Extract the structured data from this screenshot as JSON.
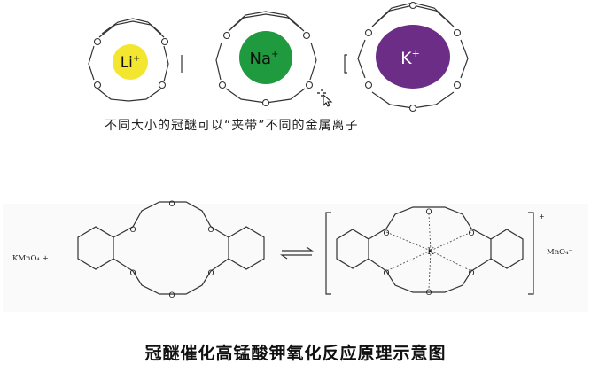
{
  "top": {
    "ions": [
      {
        "symbol": "Li",
        "charge": "+",
        "color": "#f2e62e"
      },
      {
        "symbol": "Na",
        "charge": "+",
        "color": "#1f9a3e"
      },
      {
        "symbol": "K",
        "charge": "+",
        "color": "#6b2d86"
      }
    ],
    "caption": "不同大小的冠醚可以“夹带”不同的金属离子"
  },
  "reaction": {
    "reactant": "KMnO₄ +",
    "center_atom": "K",
    "complex_charge": "+",
    "counter_ion": "MnO₄⁻"
  },
  "title": "冠醚催化高锰酸钾氧化反应原理示意图"
}
